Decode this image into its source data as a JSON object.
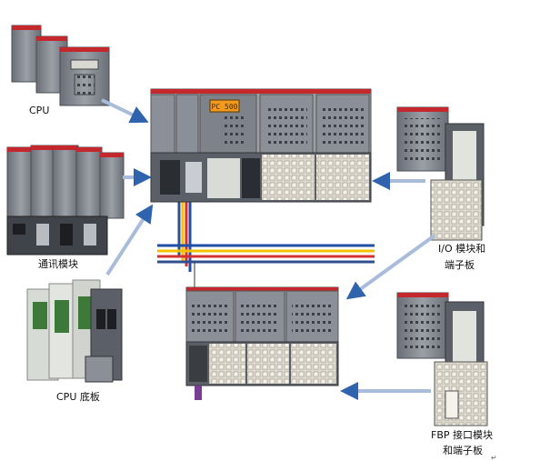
{
  "labels": {
    "cpu": "CPU",
    "comm_module": "通讯模块",
    "cpu_baseplate": "CPU 底板",
    "io_module_line1": "I/O 模块和",
    "io_module_line2": "端子板",
    "fbp_line1": "FBP 接口模块",
    "fbp_line2": "和端子板"
  },
  "device_display": "PC 500",
  "colors": {
    "arrow": "#2f63ad",
    "arrow_light": "#a9bcdb",
    "module_dark": "#5b6068",
    "module_face": "#8b9098",
    "module_light": "#c9ccd1",
    "terminal": "#e9e6da",
    "accent_red": "#c4282c",
    "bus_yellow": "#f2c200",
    "bus_red": "#d3302f",
    "bus_blue": "#1f4fa8",
    "display_orange": "#f29a1e"
  }
}
